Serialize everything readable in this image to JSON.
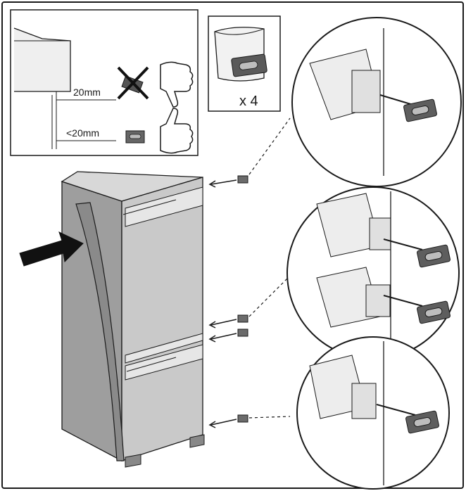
{
  "inset_spacing": {
    "label_gap_ok": "20mm",
    "label_gap_small": "<20mm"
  },
  "inset_kit": {
    "quantity_label": "x 4"
  },
  "colors": {
    "line": "#1a1a1a",
    "cabinet_front": "#c9c9c9",
    "cabinet_side": "#9e9e9e",
    "cabinet_top": "#d8d8d8",
    "plug": "#6b6b6b",
    "arrow": "#111111"
  }
}
